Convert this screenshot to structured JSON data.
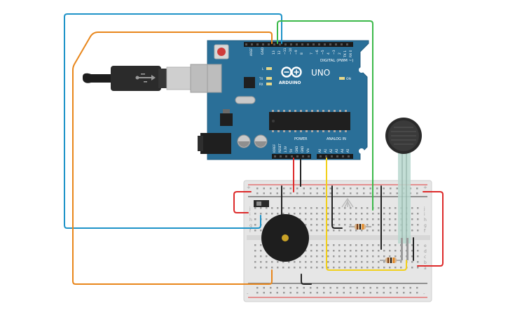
{
  "arduino": {
    "brand": "ARDUINO",
    "model": "UNO",
    "digital_label": "DIGITAL (PWM ~)",
    "analog_label": "ANALOG IN",
    "power_label": "POWER",
    "on_label": "ON",
    "tx_label": "TX",
    "rx_label": "RX",
    "l_label": "L",
    "aref_label": "AREF",
    "gnd_label": "GND",
    "digital_pins": [
      "13",
      "12",
      "~11",
      "~10",
      "~9",
      "8",
      "7",
      "~6",
      "~5",
      "4",
      "~3",
      "2",
      "TX 1",
      "RX 0"
    ],
    "power_pins": [
      "IOREF",
      "RESET",
      "3.3V",
      "5V",
      "GND",
      "GND",
      "Vin"
    ],
    "analog_pins": [
      "A0",
      "A1",
      "A2",
      "A3",
      "A4",
      "A5"
    ]
  },
  "breadboard": {
    "plus_label": "+",
    "minus_label": "-",
    "row_letters_top": [
      "j",
      "i",
      "h",
      "g",
      "f"
    ],
    "row_letters_bottom": [
      "e",
      "d",
      "c",
      "b",
      "a"
    ]
  },
  "colors": {
    "board": "#2a6f98",
    "wire_blue": "#1e93c8",
    "wire_orange": "#e8861b",
    "wire_green": "#3cb94a",
    "wire_red": "#dd2a2a",
    "wire_yellow": "#f2d01a",
    "wire_black": "#222222"
  },
  "components": [
    "usb-cable",
    "arduino-uno",
    "breadboard",
    "piezo-buzzer",
    "slide-switch",
    "rgb-led",
    "resistor",
    "resistor",
    "force-sensor"
  ]
}
